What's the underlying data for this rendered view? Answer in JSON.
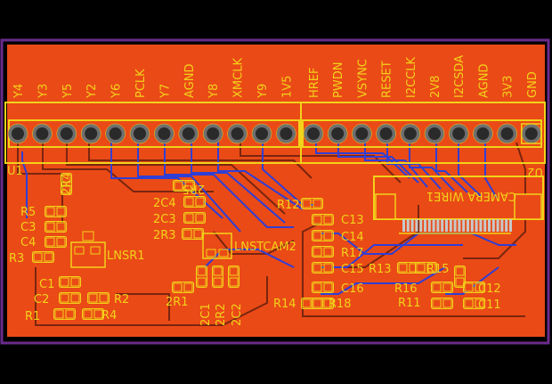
{
  "colors": {
    "background": "#000000",
    "board_outline": "#6a2b8c",
    "copper_pour": "#ea4a16",
    "silkscreen": "#f2d21a",
    "trace_blue": "#2f3fd6",
    "trace_dark": "#7a2510",
    "pad": "#2a2a2a",
    "pad_ring": "#6f6f6f"
  },
  "header_left_pins": [
    "Y4",
    "Y3",
    "Y5",
    "Y2",
    "Y6",
    "PCLK",
    "Y7",
    "AGND",
    "Y8",
    "XMCLK",
    "Y9",
    "1V5"
  ],
  "header_right_pins": [
    "HREF",
    "PWDN",
    "VSYNC",
    "RESET",
    "I2CCLK",
    "2V8",
    "I2CSDA",
    "AGND",
    "3V3",
    "GND"
  ],
  "components": {
    "u1": "U1",
    "u2": "U2",
    "connector_label": "CAMERA WIRE1",
    "lnsr1": "LNSR1",
    "lnstcam2": "LNSTCAM2",
    "r1": "R1",
    "r2": "R2",
    "r3": "R3",
    "r4": "R4",
    "r5": "R5",
    "c1": "C1",
    "c2": "C2",
    "c3": "C3",
    "c4": "C4",
    "twor1": "2R1",
    "twor2": "2R2",
    "twor3": "2R3",
    "twor4": "2R4",
    "twor5": "2R5",
    "twoc1": "2C1",
    "twoc2": "2C2",
    "twoc3": "2C3",
    "twoc4": "2C4",
    "r11": "R11",
    "r12": "R12",
    "r13": "R13",
    "r14": "R14",
    "r15": "R15",
    "r16": "R16",
    "r17": "R17",
    "r18": "R18",
    "c11": "C11",
    "c12": "C12",
    "c13": "C13",
    "c14": "C14",
    "c15": "C15",
    "c16": "C16"
  }
}
